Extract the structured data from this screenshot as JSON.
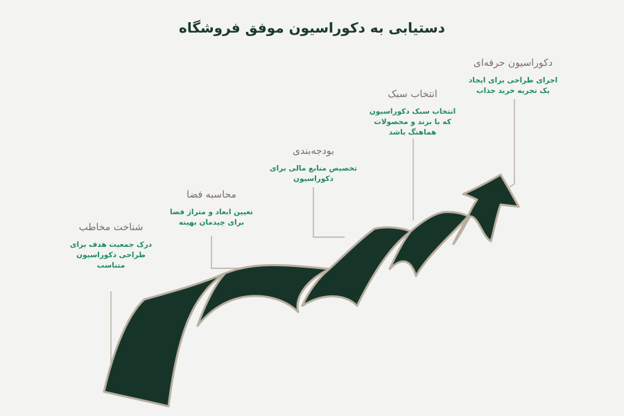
{
  "header": {
    "title": "دستیابی به دکوراسیون موفق فروشگاه"
  },
  "colors": {
    "background": "#f3f3f2",
    "ribbon": "#163528",
    "outline": "#b9ae9f",
    "step_title": "#7a6e63",
    "step_desc": "#1f8a63"
  },
  "steps": [
    {
      "title": "شناخت مخاطب",
      "desc_lines": [
        "درک جمعیت هدف برای",
        "طراحی دکوراسیون",
        "متناسب"
      ]
    },
    {
      "title": "محاسبه فضا",
      "desc_lines": [
        "تعیین ابعاد و متراژ فضا",
        "برای چیدمان بهینه"
      ]
    },
    {
      "title": "بودجه‌بندی",
      "desc_lines": [
        "تخصیص منابع مالی برای",
        "دکوراسیون"
      ]
    },
    {
      "title": "انتخاب سبک",
      "desc_lines": [
        "انتخاب سبک دکوراسیون",
        "که با برند و محصولات",
        "هماهنگ باشد"
      ]
    },
    {
      "title": "دکوراسیون حرفه‌ای",
      "desc_lines": [
        "اجرای طراحی برای ایجاد",
        "یک تجربه خرید جذاب"
      ]
    }
  ]
}
